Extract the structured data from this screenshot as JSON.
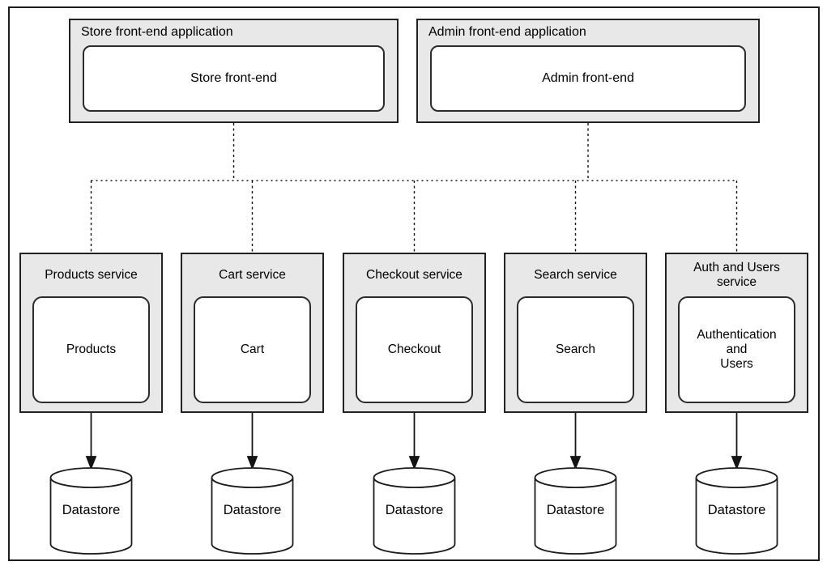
{
  "diagram": {
    "colors": {
      "box_fill": "#e8e8e8",
      "box_border": "#222222",
      "inner_fill": "#ffffff",
      "inner_border": "#2b2b2b",
      "connector_line": "#141414",
      "background": "#ffffff",
      "text": "#000000"
    },
    "frontends": [
      {
        "title": "Store front-end application",
        "component": "Store front-end"
      },
      {
        "title": "Admin front-end application",
        "component": "Admin front-end"
      }
    ],
    "services": [
      {
        "title": "Products service",
        "component": "Products"
      },
      {
        "title": "Cart service",
        "component": "Cart"
      },
      {
        "title": "Checkout service",
        "component": "Checkout"
      },
      {
        "title": "Search service",
        "component": "Search"
      },
      {
        "title": "Auth and Users\nservice",
        "component": "Authentication\nand\nUsers"
      }
    ],
    "datastores": [
      {
        "label": "Datastore"
      },
      {
        "label": "Datastore"
      },
      {
        "label": "Datastore"
      },
      {
        "label": "Datastore"
      },
      {
        "label": "Datastore"
      }
    ]
  }
}
